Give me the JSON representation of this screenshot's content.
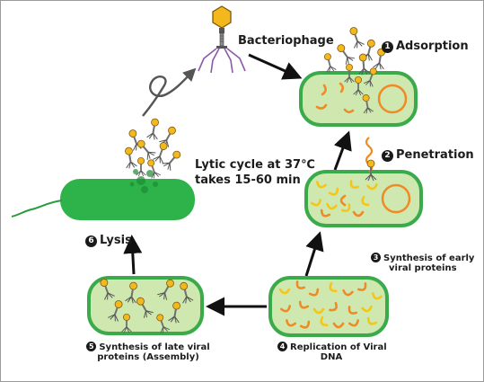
{
  "labels": {
    "bacteriophage": "Bacteriophage",
    "lytic_line1": "Lytic cycle at 37℃",
    "lytic_line2": "takes 15-60 min"
  },
  "steps": [
    {
      "num": "1",
      "text": "Adsorption"
    },
    {
      "num": "2",
      "text": "Penetration"
    },
    {
      "num": "3",
      "line1": "Synthesis of early",
      "line2": "viral proteins"
    },
    {
      "num": "4",
      "line1": "Replication of Viral",
      "line2": "DNA"
    },
    {
      "num": "5",
      "line1": "Synthesis of late viral",
      "line2": "proteins (Assembly)"
    },
    {
      "num": "6",
      "text": "Lysis"
    }
  ],
  "colors": {
    "cell_fill": "#cfe8b0",
    "cell_border": "#3aaa4a",
    "lysed_cell": "#2db34a",
    "dna_orange": "#f08a24",
    "protein_yellow": "#f5c518",
    "phage_head": "#f5b81c",
    "phage_tail": "#707070",
    "leg_purple": "#8a5aa8",
    "arrow": "#111111"
  }
}
